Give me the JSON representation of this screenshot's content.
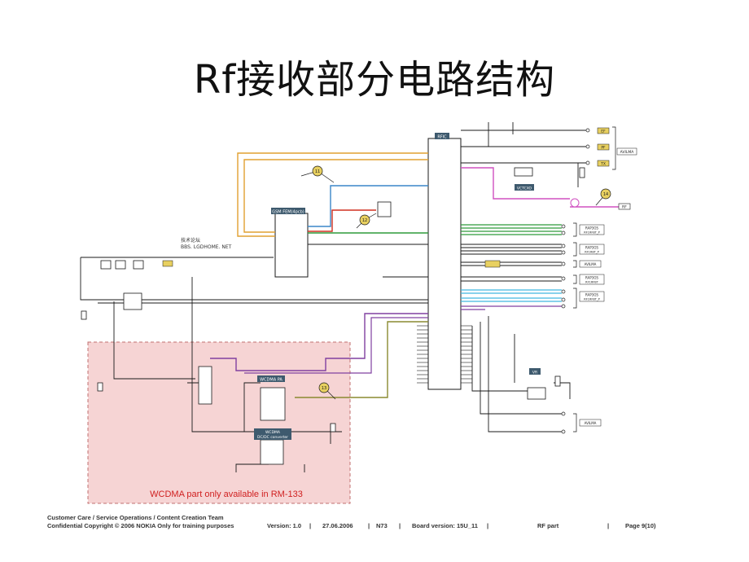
{
  "slide": {
    "title": "Rf接收部分电路结构",
    "watermark_lines": [
      "技术论坛",
      "BBS. LGDHOME. NET"
    ],
    "wcdma_note": "WCDMA part only available in RM-133"
  },
  "schematic": {
    "blocks": {
      "main_ic": "RFIC",
      "gsm_pa": "GSM FEM(4pcb)",
      "vco": "VCTCXO",
      "wcdma_pa": "WCDMA PA",
      "wcdma_dcdc_line1": "WCDMA",
      "wcdma_dcdc_line2": "DC/DC converter",
      "vreg": "VR"
    },
    "callouts": [
      "11",
      "12",
      "13",
      "14"
    ],
    "rf_label": "RF",
    "connector_labels": {
      "top_group": "AVILMA",
      "top_pins": [
        "EF",
        "PF",
        "TX"
      ],
      "rap1": "RAP3GS",
      "rap1_sub": "RF1RFBT_P",
      "rap2": "RAP3GS",
      "rap2_sub": "RF1RBT_P",
      "avilma_mid": "AVILMA",
      "rap3": "RAP3GS",
      "rap3_sub": "RF1RFBT",
      "rap4": "RAP3GS",
      "rap4_sub": "RF1RFBT_P",
      "avilma_bottom": "AVILMA"
    }
  },
  "footer": {
    "line1": "Customer Care / Service Operations / Content Creation Team",
    "line2": "Confidential Copyright © 2006 NOKIA Only for training purposes",
    "version": "Version: 1.0",
    "date": "27.06.2006",
    "model": "N73",
    "board": "Board version: 15U_11",
    "section": "RF part",
    "page": "Page 9(10)",
    "separator": "|"
  },
  "colors": {
    "wire": "#1a1a1a",
    "orange": "#e0a030",
    "blue": "#3a86c8",
    "red": "#d03020",
    "green": "#2e9a3a",
    "magenta": "#d050c0",
    "purple": "#8040a0",
    "cyan": "#40b8e0",
    "olive": "#8a8a30",
    "wcdma_bg": "#f6d4d4",
    "wcdma_text": "#d02020",
    "label_fill": "#3e5a6e",
    "callout": "#e8d060"
  }
}
